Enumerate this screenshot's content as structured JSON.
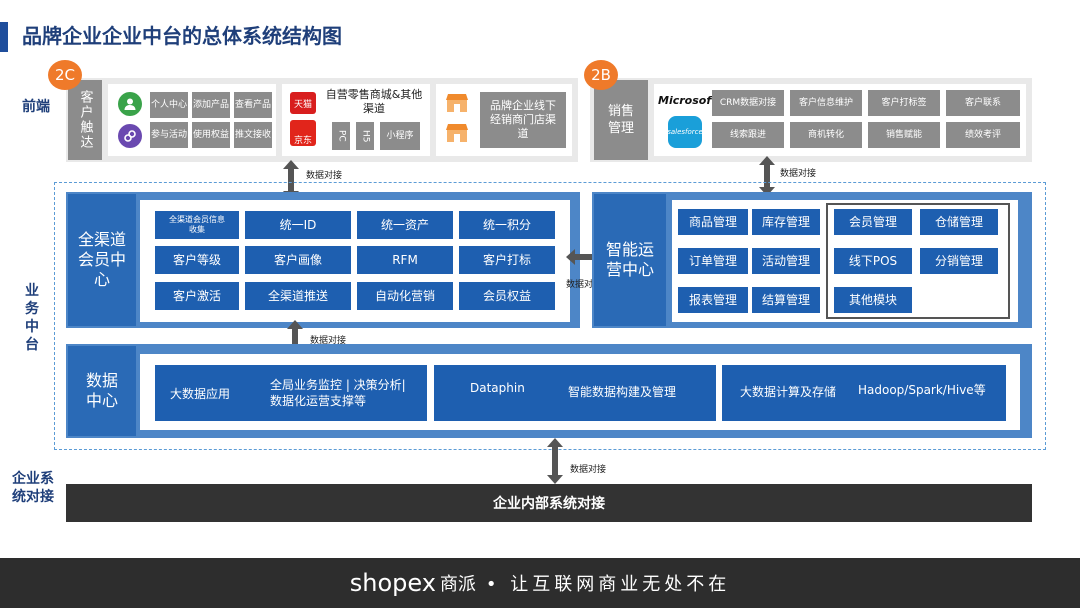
{
  "title": "品牌企业企业中台的总体系统结构图",
  "side_labels": {
    "front": "前端",
    "middle": "业务中台",
    "enterprise": "企业系统对接"
  },
  "badges": {
    "c": "2C",
    "b": "2B"
  },
  "customer_touch": {
    "label": "客户触达",
    "row1": [
      "个人中心",
      "添加产品",
      "查看产品"
    ],
    "row2": [
      "参与活动",
      "使用权益",
      "推文接收"
    ]
  },
  "channels": {
    "tmall": "天猫",
    "jd": "京东",
    "title": "自营零售商城&其他渠道",
    "chips": [
      "PC",
      "H5",
      "小程序"
    ]
  },
  "offline": {
    "label": "品牌企业线下经销商门店渠道"
  },
  "sales": {
    "label": "销售管理",
    "microsoft": "Microsoft",
    "salesforce": "salesforce",
    "row1": [
      "CRM数据对接",
      "客户信息维护",
      "客户打标签",
      "客户联系"
    ],
    "row2": [
      "线索跟进",
      "商机转化",
      "销售赋能",
      "绩效考评"
    ]
  },
  "connect_label": "数据对接",
  "member_center": {
    "label": "全渠道会员中心",
    "rows": [
      [
        "全渠道会员信息收集",
        "统一ID",
        "统一资产",
        "统一积分"
      ],
      [
        "客户等级",
        "客户画像",
        "RFM",
        "客户打标"
      ],
      [
        "客户激活",
        "全渠道推送",
        "自动化营销",
        "会员权益"
      ]
    ]
  },
  "ops_center": {
    "label": "智能运营中心",
    "left": [
      [
        "商品管理",
        "库存管理"
      ],
      [
        "订单管理",
        "活动管理"
      ],
      [
        "报表管理",
        "结算管理"
      ]
    ],
    "right": [
      [
        "会员管理",
        "仓储管理"
      ],
      [
        "线下POS",
        "分销管理"
      ],
      [
        "其他模块"
      ]
    ]
  },
  "data_center": {
    "label": "数据中心",
    "b1a": "大数据应用",
    "b1b": "全局业务监控 | 决策分析| 数据化运营支撑等",
    "b2a": "Dataphin",
    "b2b": "智能数据构建及管理",
    "b3a": "大数据计算及存储",
    "b3b": "Hadoop/Spark/Hive等"
  },
  "enterprise_bar": "企业内部系统对接",
  "footer": {
    "brand": "shopex",
    "brand_cn": "商派",
    "slogan": "• 让互联网商业无处不在"
  }
}
